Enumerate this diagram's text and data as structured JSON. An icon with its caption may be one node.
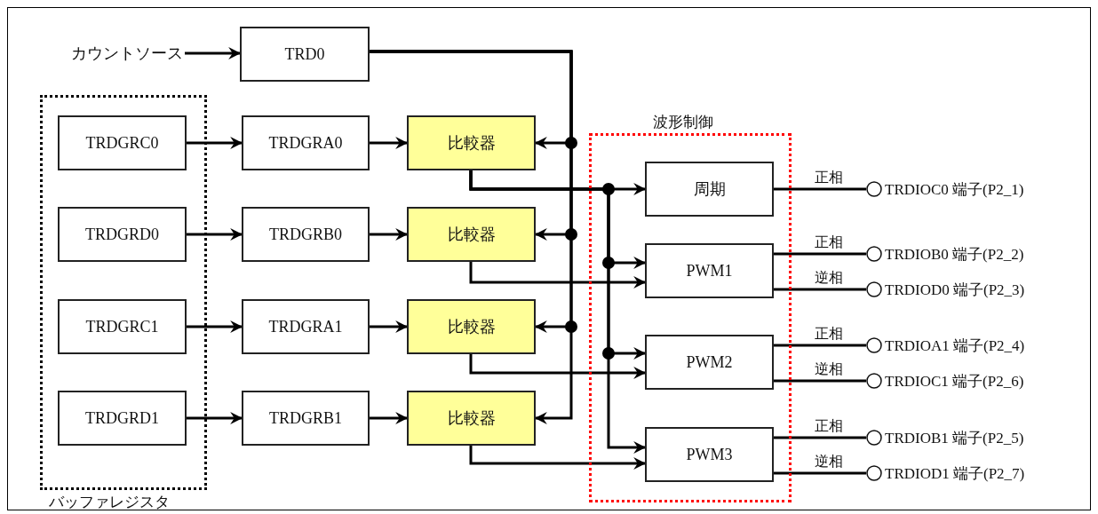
{
  "diagram": {
    "nodes": [
      {
        "text": [
          "バッファレジスタ"
        ]
      },
      {
        "text": [
          "カウントソース"
        ]
      },
      {
        "text": [
          "TRD0"
        ]
      },
      {
        "text": [
          "TRDGRC0"
        ],
        "in": 0
      },
      {
        "text": [
          "TRDGRA0"
        ]
      },
      {
        "text": [
          "比較器"
        ]
      },
      {
        "text": [
          "TRDGRD0"
        ],
        "in": 0
      },
      {
        "text": [
          "TRDGRB0"
        ]
      },
      {
        "text": [
          "比較器"
        ]
      },
      {
        "text": [
          "TRDGRC1"
        ],
        "in": 0
      },
      {
        "text": [
          "TRDGRA1"
        ]
      },
      {
        "text": [
          "比較器"
        ]
      },
      {
        "text": [
          "TRDGRD1"
        ],
        "in": 0
      },
      {
        "text": [
          "TRDGRB1"
        ]
      },
      {
        "text": [
          "比較器"
        ]
      },
      {
        "text": [
          "波形制御"
        ]
      },
      {
        "text": [
          "周期"
        ],
        "in": 15
      },
      {
        "text": [
          "PWM1"
        ],
        "in": 15
      },
      {
        "text": [
          "PWM2"
        ],
        "in": 15
      },
      {
        "text": [
          "PWM3"
        ],
        "in": 15
      },
      {
        "text": [
          "TRDIOC0 端子(P2_1)"
        ]
      },
      {
        "text": [
          "TRDIOB0 端子(P2_2)"
        ]
      },
      {
        "text": [
          "TRDIOD0 端子(P2_3)"
        ]
      },
      {
        "text": [
          "TRDIOA1 端子(P2_4)"
        ]
      },
      {
        "text": [
          "TRDIOC1 端子(P2_6)"
        ]
      },
      {
        "text": [
          "TRDIOB1 端子(P2_5)"
        ]
      },
      {
        "text": [
          "TRDIOD1 端子(P2_7)"
        ]
      }
    ],
    "edges": [
      {
        "from": 1,
        "to": 2,
        "arrow": "to"
      },
      {
        "from": 2,
        "to": 5,
        "arrow": "to"
      },
      {
        "from": 2,
        "to": 8,
        "arrow": "to"
      },
      {
        "from": 2,
        "to": 11,
        "arrow": "to"
      },
      {
        "from": 2,
        "to": 14,
        "arrow": "to"
      },
      {
        "from": 3,
        "to": 4,
        "arrow": "to"
      },
      {
        "from": 4,
        "to": 5,
        "arrow": "to"
      },
      {
        "from": 6,
        "to": 7,
        "arrow": "to"
      },
      {
        "from": 7,
        "to": 8,
        "arrow": "to"
      },
      {
        "from": 9,
        "to": 10,
        "arrow": "to"
      },
      {
        "from": 10,
        "to": 11,
        "arrow": "to"
      },
      {
        "from": 12,
        "to": 13,
        "arrow": "to"
      },
      {
        "from": 13,
        "to": 14,
        "arrow": "to"
      },
      {
        "from": 5,
        "to": 16,
        "arrow": "to"
      },
      {
        "from": 5,
        "to": 17,
        "arrow": "to"
      },
      {
        "from": 5,
        "to": 18,
        "arrow": "to"
      },
      {
        "from": 5,
        "to": 19,
        "arrow": "to"
      },
      {
        "from": 8,
        "to": 17,
        "arrow": "to"
      },
      {
        "from": 11,
        "to": 18,
        "arrow": "to"
      },
      {
        "from": 14,
        "to": 19,
        "arrow": "to"
      },
      {
        "from": 16,
        "to": 20,
        "arrow": "none",
        "label": "正相"
      },
      {
        "from": 17,
        "to": 21,
        "arrow": "none",
        "label": "正相"
      },
      {
        "from": 17,
        "to": 22,
        "arrow": "none",
        "label": "逆相"
      },
      {
        "from": 18,
        "to": 23,
        "arrow": "none",
        "label": "正相"
      },
      {
        "from": 18,
        "to": 24,
        "arrow": "none",
        "label": "逆相"
      },
      {
        "from": 19,
        "to": 25,
        "arrow": "none",
        "label": "正相"
      },
      {
        "from": 19,
        "to": 26,
        "arrow": "none",
        "label": "逆相"
      }
    ]
  }
}
